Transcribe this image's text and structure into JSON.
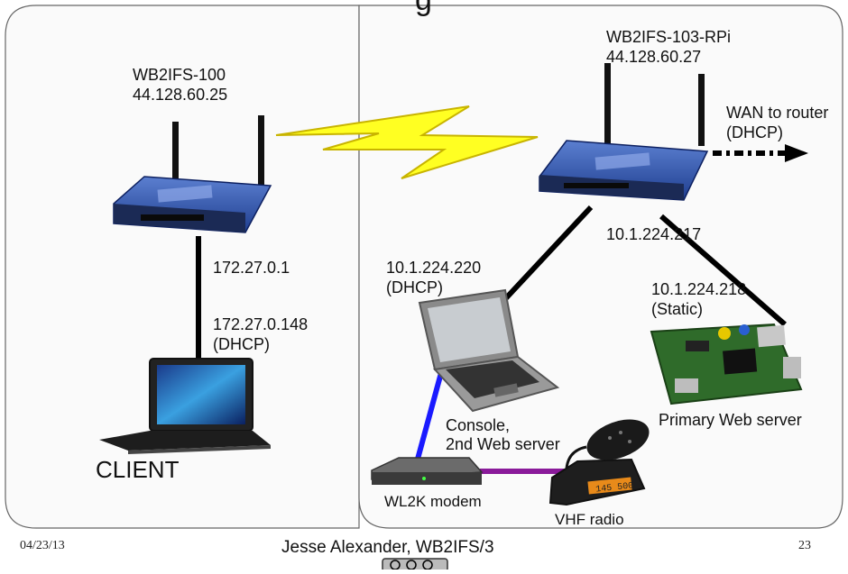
{
  "title_partial": "g",
  "left_router": {
    "name": "WB2IFS-100",
    "ip": "44.128.60.25",
    "lan_ip": "172.27.0.1"
  },
  "client": {
    "ip": "172.27.0.148",
    "mode": "(DHCP)",
    "label": "CLIENT"
  },
  "right_router": {
    "name": "WB2IFS-103-RPi",
    "ip": "44.128.60.27",
    "lan_ip": "10.1.224.217"
  },
  "wan": {
    "label": "WAN to router",
    "mode": "(DHCP)"
  },
  "laptop": {
    "ip": "10.1.224.220",
    "mode": "(DHCP)",
    "role_line1": "Console,",
    "role_line2": "2nd Web server"
  },
  "rpi": {
    "ip": "10.1.224.218",
    "mode": "(Static)",
    "role": "Primary Web server"
  },
  "modem": {
    "label": "WL2K modem"
  },
  "radio": {
    "label": "VHF radio",
    "display": "145 500"
  },
  "footer": {
    "date": "04/23/13",
    "author": "Jesse Alexander, WB2IFS/3",
    "page": "23",
    "license_badge": "cc"
  },
  "colors": {
    "lightning": "#ffff22",
    "lightning_edge": "#c8b400",
    "link": "#000000",
    "usb": "#1a1aff",
    "audio": "#8a1a9a",
    "router": "#2a4fa8"
  },
  "icons": [
    "router-icon",
    "laptop-icon",
    "raspberry-pi-icon",
    "modem-icon",
    "radio-icon",
    "lightning-icon",
    "wan-arrow-icon",
    "cc-license-icon"
  ]
}
